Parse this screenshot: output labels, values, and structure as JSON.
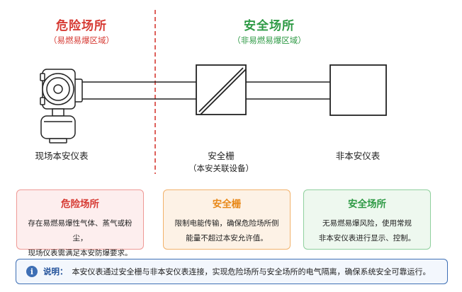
{
  "zones": {
    "hazard": {
      "title": "危险场所",
      "subtitle": "（易燃易爆区域）"
    },
    "safe": {
      "title": "安全场所",
      "subtitle": "（非易燃易爆区域）"
    }
  },
  "devices": {
    "field_instrument": {
      "label": "现场本安仪表"
    },
    "barrier": {
      "label": "安全栅",
      "sublabel": "（本安关联设备）"
    },
    "non_is_instrument": {
      "label": "非本安仪表"
    }
  },
  "cards": [
    {
      "title": "危险场所",
      "lines": [
        "存在易燃易爆性气体、蒸气或粉尘，",
        "现场仪表需满足本安防爆要求。"
      ],
      "color": "#d63a33"
    },
    {
      "title": "安全栅",
      "lines": [
        "限制电能传输，确保危险场所侧",
        "能量不超过本安允许值。"
      ],
      "color": "#e8891a"
    },
    {
      "title": "安全场所",
      "lines": [
        "无易燃易爆风险，使用常规",
        "非本安仪表进行显示、控制。"
      ],
      "color": "#2e9a45"
    }
  ],
  "note": {
    "icon": "info-icon",
    "icon_glyph": "i",
    "label": "说明：",
    "text": "本安仪表通过安全栅与非本安仪表连接，实现危险场所与安全场所的电气隔离，确保系统安全可靠运行。"
  }
}
